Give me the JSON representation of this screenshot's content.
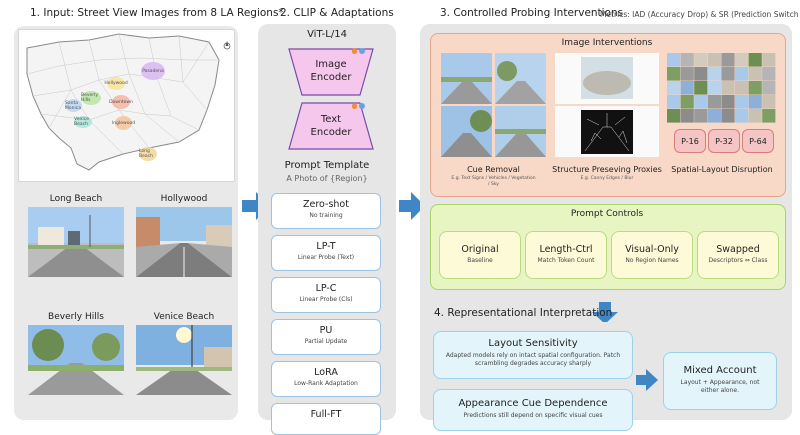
{
  "panel1": {
    "title": "1. Input: Street View Images from 8 LA Regions*",
    "map_regions": [
      "Pasadena",
      "Hollywood",
      "Beverly Hills",
      "Downtown",
      "Santa Monica",
      "Venice Beach",
      "Inglewood",
      "Long Beach"
    ],
    "photos": [
      "Long Beach",
      "Hollywood",
      "Beverly Hills",
      "Venice Beach"
    ]
  },
  "panel2": {
    "title": "2. CLIP & Adaptations",
    "backbone": "ViT-L/14",
    "image_encoder": [
      "Image",
      "Encoder"
    ],
    "text_encoder": [
      "Text",
      "Encoder"
    ],
    "prompt_template_title": "Prompt Template",
    "prompt_template": "A Photo of {Region}",
    "methods": [
      {
        "name": "Zero-shot",
        "sub": "No training"
      },
      {
        "name": "LP-T",
        "sub": "Linear Probe (Text)"
      },
      {
        "name": "LP-C",
        "sub": "Linear Probe (Cls)"
      },
      {
        "name": "PU",
        "sub": "Partial Update"
      },
      {
        "name": "LoRA",
        "sub": "Low-Rank Adaptation"
      },
      {
        "name": "Full-FT",
        "sub": ""
      }
    ]
  },
  "panel3": {
    "title": "3. Controlled Probing Interventions",
    "metrics": "Metrics: IAD (Accuracy Drop) & SR (Prediction Switch Rate)",
    "image_interventions": {
      "title": "Image Interventions",
      "cue_removal": "Cue Removal",
      "cue_removal_sub": "E.g. Text Signs / Vehicles / Vegetation / Sky",
      "structure": "Structure Preseving Proxies",
      "structure_sub": "E.g. Canny Edges / Blur",
      "spatial": "Spatial-Layout Disruption",
      "patches": [
        "P-16",
        "P-32",
        "P-64"
      ]
    },
    "prompt_controls": {
      "title": "Prompt Controls",
      "items": [
        {
          "name": "Original",
          "sub": "Baseline"
        },
        {
          "name": "Length-Ctrl",
          "sub": "Match Token Count"
        },
        {
          "name": "Visual-Only",
          "sub": "No Region Names"
        },
        {
          "name": "Swapped",
          "sub": "Descriptors ⇔ Class"
        }
      ]
    }
  },
  "panel4": {
    "title": "4. Representational Interpretation",
    "layout_title": "Layout Sensitivity",
    "layout_desc": "Adapted models rely on intact spatial configuration. Patch scrambling degrades accuracy sharply",
    "appearance_title": "Appearance Cue Dependence",
    "appearance_desc": "Predictions still depend on specific visual cues",
    "mixed_title": "Mixed Account",
    "mixed_desc": "Layout + Appearance, not either alone."
  },
  "colors": {
    "arrow": "#3f86c6",
    "image_interventions_bg": "#f8d9c7",
    "prompt_controls_bg": "#e7f5c2",
    "interpretation_bg": "#e3f4fb",
    "encoder_fill": "#f6c7ec",
    "encoder_stroke": "#7b4aa8"
  }
}
